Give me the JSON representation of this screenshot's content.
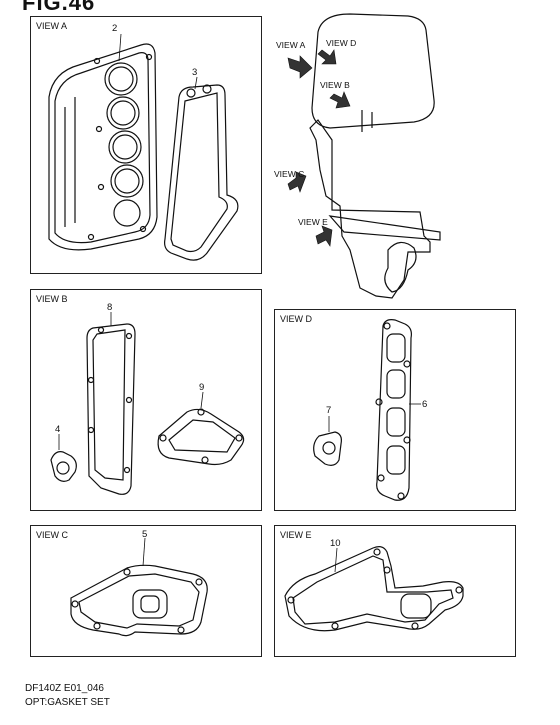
{
  "figure": {
    "title": "FIG.46"
  },
  "views": {
    "a": {
      "label": "VIEW A",
      "callouts": [
        "2",
        "3"
      ]
    },
    "b": {
      "label": "VIEW B",
      "callouts": [
        "8",
        "4",
        "9"
      ]
    },
    "c": {
      "label": "VIEW C",
      "callouts": [
        "5"
      ]
    },
    "d": {
      "label": "VIEW D",
      "callouts": [
        "7",
        "6"
      ]
    },
    "e": {
      "label": "VIEW E",
      "callouts": [
        "10"
      ]
    }
  },
  "engine_arrows": [
    "VIEW A",
    "VIEW D",
    "VIEW B",
    "VIEW C",
    "VIEW E"
  ],
  "footer": {
    "code": "DF140Z E01_046",
    "title": "OPT:GASKET SET"
  }
}
